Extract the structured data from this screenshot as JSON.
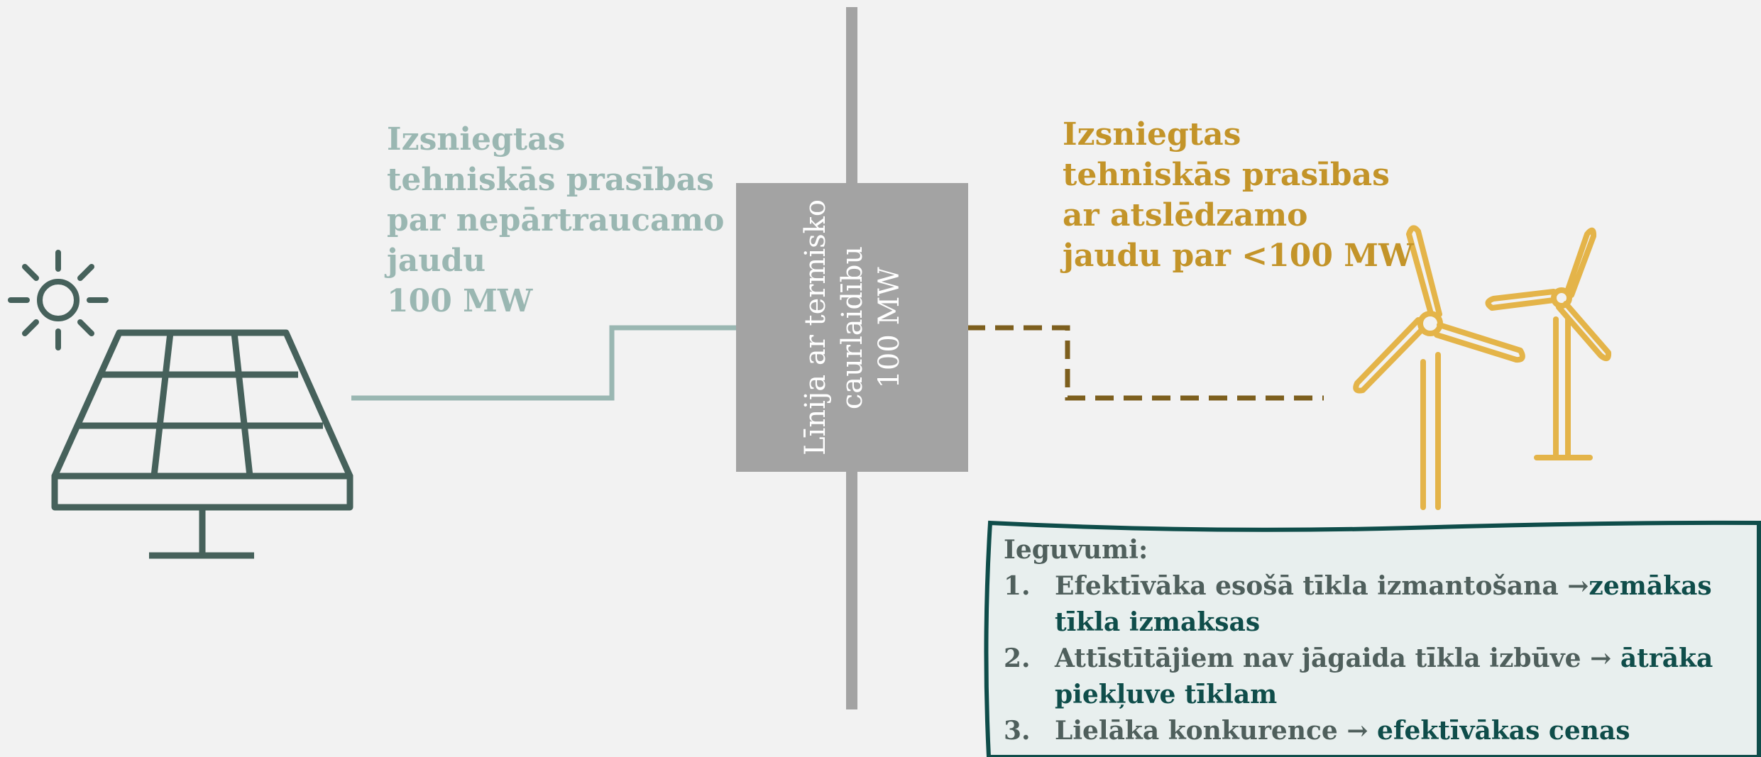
{
  "solar_label": [
    "Izsniegtas",
    "tehniskās prasības",
    "par nepārtraucamo",
    "jaudu",
    "100 MW"
  ],
  "wind_label": [
    "Izsniegtas",
    "tehniskās prasības",
    "ar atslēdzamo",
    "jaudu par <100 MW"
  ],
  "line_box": [
    "Līnija ar termisko",
    "caurlaidību",
    "100 MW"
  ],
  "benefits": {
    "title": "Ieguvumi:",
    "items": [
      {
        "num": "1.",
        "text": "Efektīvāka esošā tīkla izmantošana →",
        "highlight": "zemākas tīkla izmaksas"
      },
      {
        "num": "2.",
        "text": "Attīstītājiem nav jāgaida tīkla izbūve → ",
        "highlight": "ātrāka piekļuve tīklam"
      },
      {
        "num": "3.",
        "text": "Lielāka konkurence → ",
        "highlight": "efektīvākas cenas"
      }
    ]
  },
  "icons": [
    "sun-icon",
    "solar-panel-icon",
    "wind-turbine-icon",
    "wind-turbine-icon"
  ],
  "colors": {
    "background": "#f2f2f2",
    "solar_dark": "#46615b",
    "solar_light": "#9ab7b2",
    "wind_gold": "#e4b449",
    "wind_label": "#c39429",
    "wind_line": "#7d5f1e",
    "grid_gray": "#a3a3a3",
    "benefits_fill": "#e8efee",
    "benefits_border": "#0f4d4a"
  }
}
